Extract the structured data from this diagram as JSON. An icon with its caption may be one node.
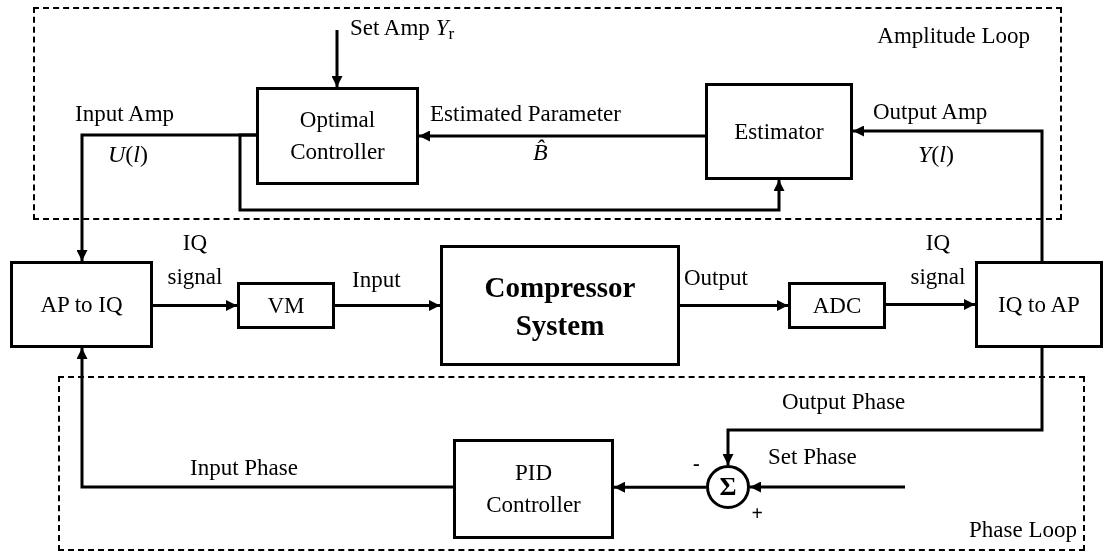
{
  "diagram": {
    "nodes": [
      {
        "text": [
          "Amplitude Loop"
        ]
      },
      {
        "text": [
          "Optimal Controller"
        ],
        "in": 0
      },
      {
        "text": [
          "Estimator"
        ],
        "in": 0
      },
      {
        "text": [
          "AP to IQ"
        ]
      },
      {
        "text": [
          "VM"
        ]
      },
      {
        "text": [
          "Compressor System"
        ]
      },
      {
        "text": [
          "ADC"
        ]
      },
      {
        "text": [
          "IQ to AP"
        ]
      },
      {
        "text": [
          "Phase Loop"
        ]
      },
      {
        "text": [
          "PID Controller"
        ],
        "in": 8
      },
      {
        "text": [
          "Σ"
        ],
        "in": 8,
        "beside": [
          "-",
          "+"
        ]
      }
    ],
    "edges": [
      {
        "from": null,
        "to": 1,
        "arrow": "to",
        "label": "Set Amp *Y*$_{r}$"
      },
      {
        "from": 1,
        "to": 3,
        "arrow": "to",
        "label": "Input Amp"
      },
      {
        "from": 1,
        "to": 2,
        "arrow": "to"
      },
      {
        "from": 2,
        "to": 1,
        "arrow": "to",
        "label": "Estimated Parameter"
      },
      {
        "from": 7,
        "to": 2,
        "arrow": "to",
        "label": "Output Amp"
      },
      {
        "from": 3,
        "to": 4,
        "arrow": "to",
        "label": "IQ signal"
      },
      {
        "from": 4,
        "to": 5,
        "arrow": "to",
        "label": "Input"
      },
      {
        "from": 5,
        "to": 6,
        "arrow": "to",
        "label": "Output"
      },
      {
        "from": 6,
        "to": 7,
        "arrow": "to",
        "label": "IQ signal"
      },
      {
        "from": 7,
        "to": 10,
        "arrow": "to",
        "label": "Output Phase"
      },
      {
        "from": null,
        "to": 10,
        "arrow": "to",
        "label": "Set Phase"
      },
      {
        "from": 10,
        "to": 9,
        "arrow": "to"
      },
      {
        "from": 9,
        "to": 3,
        "arrow": "to",
        "label": "Input Phase"
      }
    ],
    "labels": [
      "*U*(*l*)",
      "*B̂*",
      "*Y*(*l*)"
    ]
  }
}
